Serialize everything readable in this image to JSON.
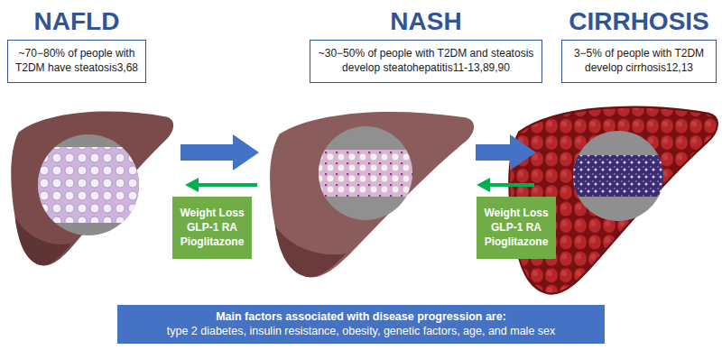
{
  "diagram": {
    "nodes": [
      {
        "text": [
          "NAFLD",
          "~70−80% of people with T2DM have steatosis3,68"
        ]
      },
      {
        "text": [
          "NASH",
          "~30−50% of people with T2DM and steatosis develop steatohepatitis11-13,89,90"
        ]
      },
      {
        "text": [
          "CIRRHOSIS",
          "3−5% of people with T2DM develop cirrhosis12,13"
        ]
      },
      {
        "text": [
          "Weight Loss GLP-1 RA Pioglitazone"
        ]
      },
      {
        "text": [
          "Weight Loss GLP-1 RA Pioglitazone"
        ]
      },
      {
        "text": [
          "Main factors associated with disease progression are:",
          "type 2 diabetes, insulin resistance, obesity, genetic factors, age, and male sex"
        ]
      }
    ]
  }
}
